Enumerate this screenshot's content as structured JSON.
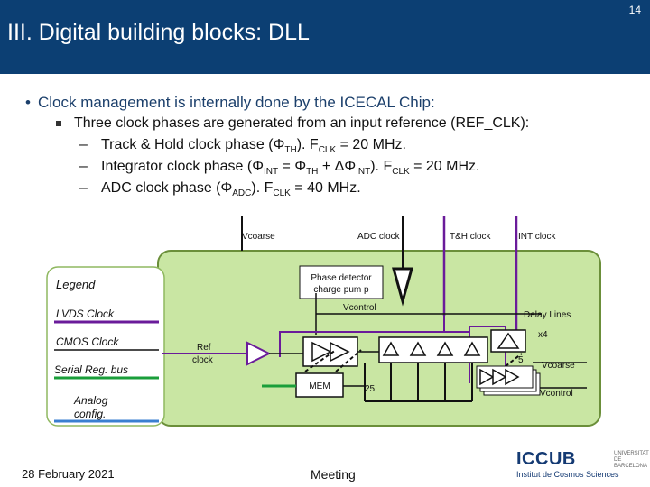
{
  "slide": {
    "number": "14",
    "title": "III. Digital building blocks: DLL"
  },
  "bullets": {
    "level1": "Clock management is internally done by the ICECAL Chip:",
    "level2": "Three clock phases are generated from an input reference (REF_CLK):",
    "level3": [
      {
        "pre": "Track & Hold clock phase (Φ",
        "sub1": "TH",
        "mid": "). F",
        "sub2": "CLK",
        "post": " = 20 MHz."
      },
      {
        "pre": "Integrator clock phase (Φ",
        "sub1": "INT",
        "mid": " = Φ",
        "sub2": "TH",
        "mid2": " + ΔΦ",
        "sub3": "INT",
        "mid3": "). F",
        "sub4": "CLK",
        "post": " = 20 MHz."
      },
      {
        "pre": "ADC clock phase (Φ",
        "sub1": "ADC",
        "mid": "). F",
        "sub2": "CLK",
        "post": " = 40 MHz."
      }
    ]
  },
  "diagram": {
    "vcoarse_top": "Vcoarse",
    "adc_clock": "ADC clock",
    "th_clock": "T&H clock",
    "int_clock": "INT clock",
    "phase_detector_l1": "Phase detector",
    "phase_detector_l2": "charge pum p",
    "vcontrol_mid": "Vcontrol",
    "delay_lines": "Delay Lines",
    "x4": "x4",
    "ref_clock_l1": "Ref",
    "ref_clock_l2": "clock",
    "five": "5",
    "vcoarse_right": "Vcoarse",
    "vcontrol_right": "Vcontrol",
    "mem": "MEM",
    "twentyfive": "25",
    "legend_title": "Legend",
    "legend_lvds": "LVDS Clock",
    "legend_cmos": "CMOS Clock",
    "legend_serial": "Serial Reg. bus",
    "legend_analog_l1": "Analog",
    "legend_analog_l2": "config.",
    "colors": {
      "lvds": "#6a1b9a",
      "cmos": "#111111",
      "serial": "#1a9e3a",
      "analog": "#3a7fd0",
      "chip_fill": "#c9e6a3",
      "chip_border": "#6b8f3a"
    }
  },
  "footer": {
    "date": "28 February 2021",
    "event": "Meeting",
    "logo": "ICCUB",
    "logo_sub": "Institut de Cosmos Sciences",
    "logo2": "UNIVERSITAT DE BARCELONA"
  }
}
